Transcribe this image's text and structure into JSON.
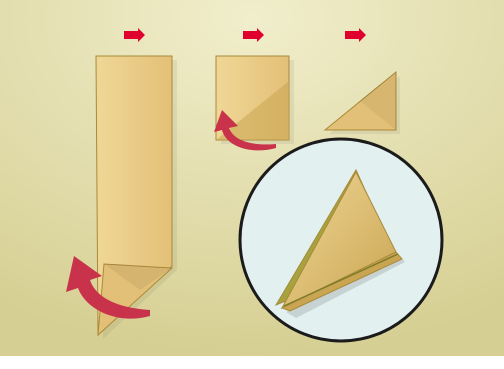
{
  "scene": {
    "type": "origami-folding-steps",
    "panels": [
      {
        "id": "step-1",
        "shape": "tall-strip",
        "action": "fold-corner-up"
      },
      {
        "id": "step-2",
        "shape": "square",
        "action": "fold-corner-up"
      },
      {
        "id": "step-3",
        "shape": "triangle",
        "action": "result"
      },
      {
        "id": "step-4",
        "shape": "cone",
        "action": "detail-view"
      }
    ],
    "arrows": [
      "right-arrow",
      "right-arrow",
      "right-arrow"
    ]
  },
  "colors": {
    "background_light": "#f1eecc",
    "background_dark": "#d6cf93",
    "paper_light": "#f0d796",
    "paper_mid": "#e3c077",
    "paper_dark": "#c9a552",
    "paper_edge": "#a98a3a",
    "fold_green": "#a6a23e",
    "arrow_red": "#e0002e",
    "curve_arrow": "#c8324a",
    "circle_fill": "#e2f1ef",
    "circle_stroke": "#1b1b1b",
    "bottom_strip": "#ffffff"
  }
}
